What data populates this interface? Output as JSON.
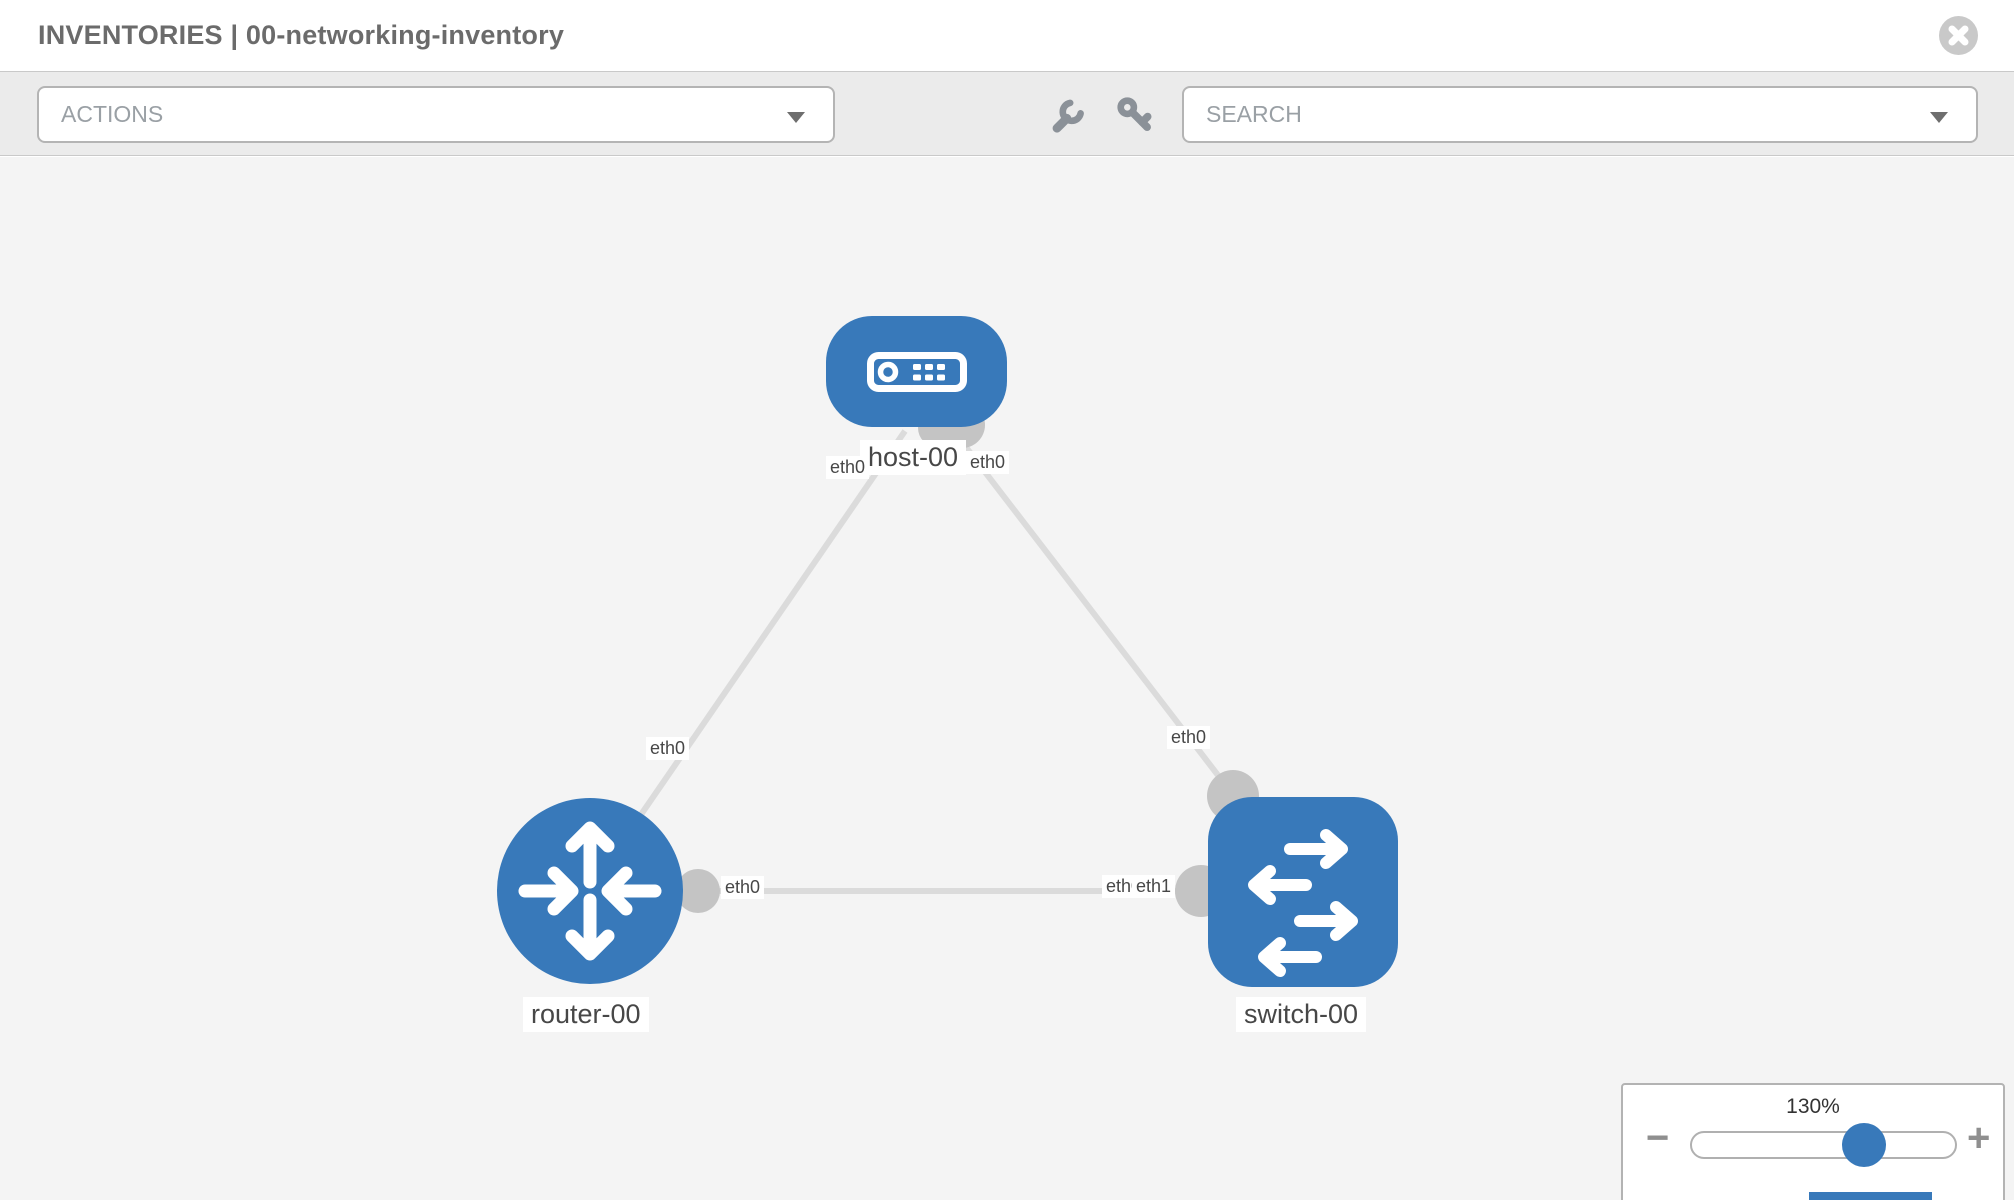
{
  "header": {
    "title": "INVENTORIES | 00-networking-inventory",
    "close_icon": "times-circle-icon"
  },
  "toolbar": {
    "actions_label": "ACTIONS",
    "search_placeholder": "SEARCH",
    "icons": [
      "wrench-icon",
      "key-icon"
    ]
  },
  "graph": {
    "nodes": [
      {
        "id": "host-00",
        "type": "host",
        "label": "host-00"
      },
      {
        "id": "router-00",
        "type": "router",
        "label": "router-00"
      },
      {
        "id": "switch-00",
        "type": "switch",
        "label": "switch-00"
      }
    ],
    "links": [
      {
        "from": "host-00",
        "to": "router-00",
        "from_port": "eth0",
        "to_port": "eth0"
      },
      {
        "from": "host-00",
        "to": "switch-00",
        "from_port": "eth0",
        "to_port": "eth0"
      },
      {
        "from": "router-00",
        "to": "switch-00",
        "from_port": "eth0",
        "to_port": "eth1"
      }
    ],
    "port_labels": {
      "host_left": "eth0",
      "host_right": "eth0",
      "host_router_link": "eth0",
      "host_switch_link": "eth0",
      "router_right": "eth0",
      "switch_left_back": "eth0",
      "switch_left_front": "eth1"
    }
  },
  "zoom_control": {
    "percent_label": "130%",
    "value": 130,
    "minus_label": "−",
    "plus_label": "+"
  },
  "colors": {
    "node-blue": "#3879BA",
    "handle-blue": "#3879BA",
    "link-gray": "#DBDBDB",
    "dot-gray": "#C4C4C4",
    "canvas-bg": "#F4F4F4",
    "toolbar-bg": "#EBEBEB",
    "toolbar-border": "#C9C9C9",
    "control-border": "#B4B4B4",
    "header-text": "#6B6B6B",
    "muted-text": "#9AA0A5",
    "label-text": "#474747",
    "icon-gray": "#8B9198",
    "close-gray": "#C9C9C9",
    "panel-border": "#B3B3B3"
  }
}
